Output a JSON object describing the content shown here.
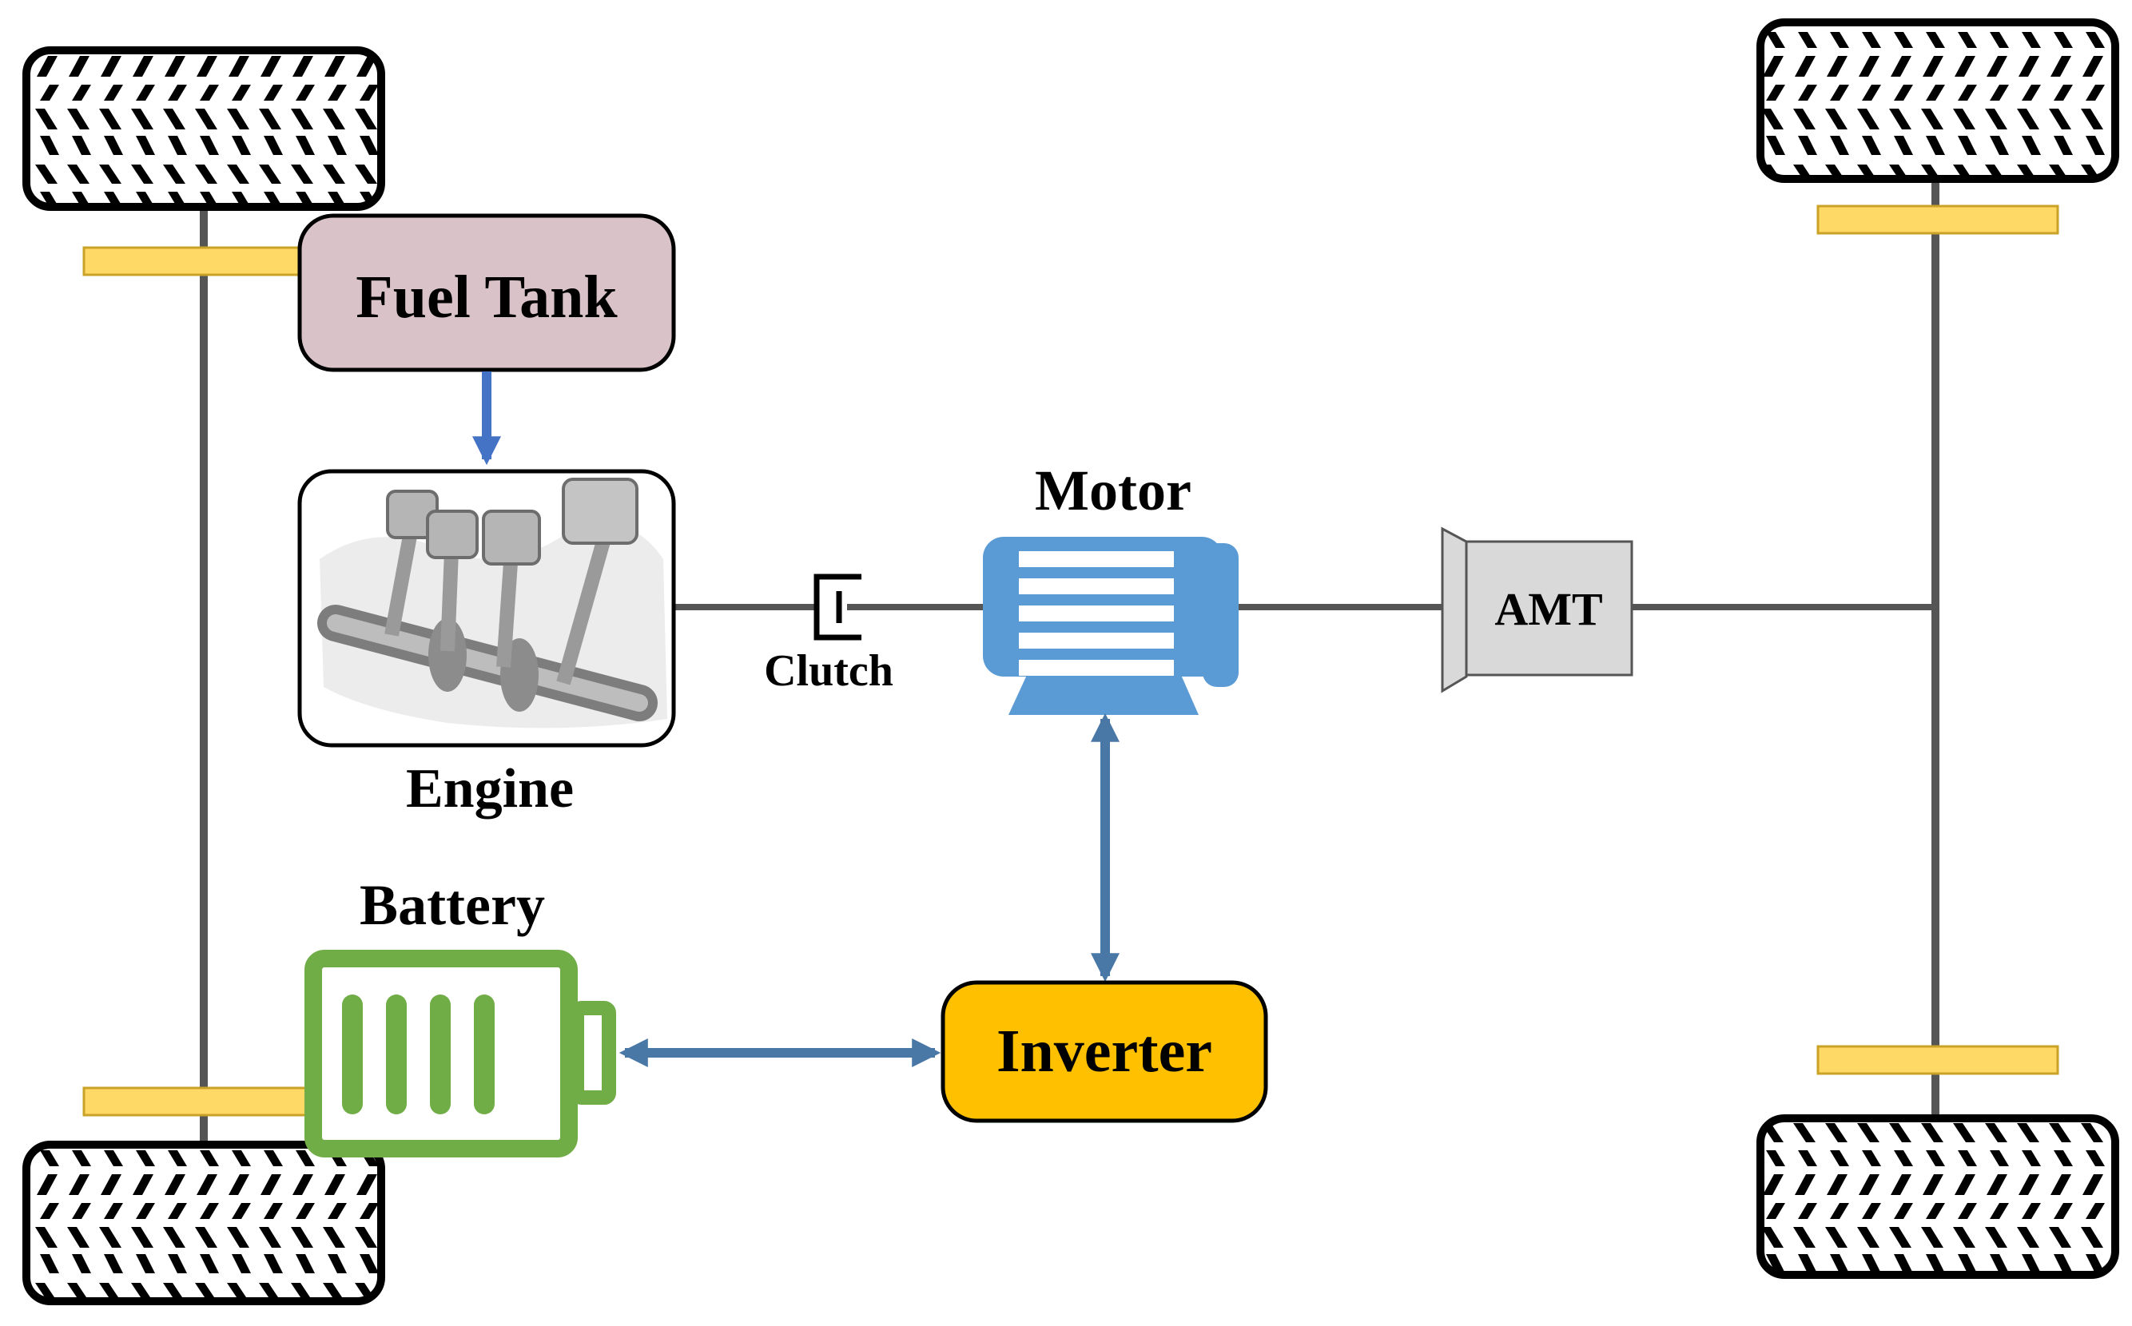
{
  "labels": {
    "fuel_tank": "Fuel Tank",
    "engine": "Engine",
    "clutch": "Clutch",
    "motor": "Motor",
    "amt": "AMT",
    "battery": "Battery",
    "inverter": "Inverter"
  },
  "colors": {
    "fuel_tank_fill": "#d9c3c9",
    "inverter_fill": "#ffc000",
    "battery_green": "#70ad47",
    "motor_blue": "#5b9bd5",
    "arrow_blue": "#4472c4",
    "arrow_steel": "#4a78a6",
    "axle_gray": "#555555",
    "brake_yellow": "#ffd966",
    "amt_fill": "#d9d9d9"
  },
  "icons": {
    "wheels": "tire-icon",
    "engine": "engine-pistons-icon",
    "motor": "electric-motor-icon",
    "battery": "battery-icon",
    "clutch": "clutch-icon",
    "amt": "gearbox-icon"
  }
}
